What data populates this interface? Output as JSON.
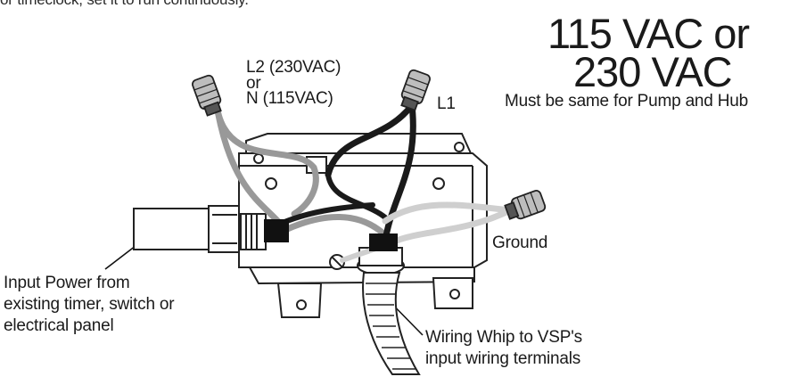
{
  "header_text": "or timeclock, set it to run continuously.",
  "voltage": {
    "line1": "115 VAC or",
    "line2": "230 VAC",
    "note": "Must be same for Pump and Hub"
  },
  "wire_labels": {
    "l2_line1": "L2 (230VAC)",
    "l2_line2": "or",
    "l2_line3": "N (115VAC)",
    "l1": "L1",
    "ground": "Ground"
  },
  "input_power": {
    "line1": "Input Power from",
    "line2": "existing timer, switch or",
    "line3": "electrical panel"
  },
  "whip": {
    "line1": "Wiring Whip to VSP's",
    "line2": "input wiring terminals"
  }
}
